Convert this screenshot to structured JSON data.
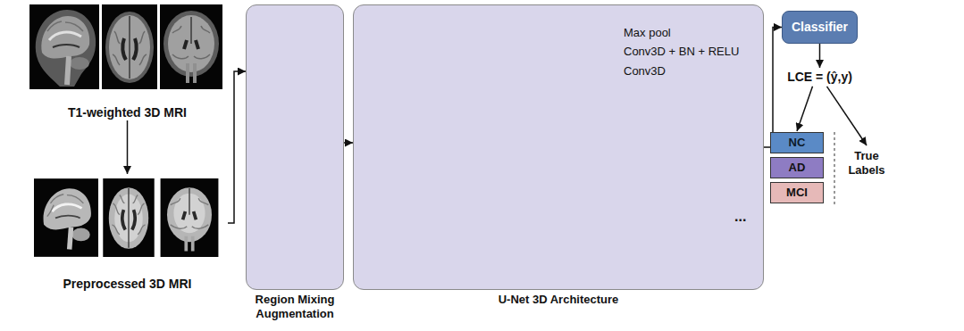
{
  "diagram": {
    "nodes": [
      {
        "text": [
          "T1-weighted 3D MRI"
        ]
      },
      {
        "text": [
          "Preprocessed 3D MRI"
        ]
      },
      {
        "text": [
          "Region Mixing Augmentation"
        ]
      },
      {
        "text": [
          "U-Net 3D Architecture"
        ]
      },
      {
        "text": [
          "Classifier"
        ]
      },
      {
        "text": [
          "LCE = (ŷ,y)"
        ]
      },
      {
        "text": [
          "NC"
        ]
      },
      {
        "text": [
          "AD"
        ]
      },
      {
        "text": [
          "MCI"
        ]
      },
      {
        "text": [
          "True Labels"
        ]
      }
    ],
    "edges": [
      {
        "from": 0,
        "to": 1,
        "arrow": "to"
      },
      {
        "from": 1,
        "to": 2,
        "arrow": "to"
      },
      {
        "from": 2,
        "to": 3,
        "arrow": "to"
      },
      {
        "from": 3,
        "to": 4,
        "arrow": "to"
      },
      {
        "from": 4,
        "to": 5,
        "arrow": "to"
      },
      {
        "from": 5,
        "to": 6,
        "arrow": "to"
      },
      {
        "from": 5,
        "to": 9,
        "arrow": "to"
      }
    ],
    "labels": [
      "..."
    ],
    "legend": [
      {
        "text": "Max pool"
      },
      {
        "text": "Conv3D + BN + RELU"
      },
      {
        "text": "Conv3D"
      }
    ]
  }
}
